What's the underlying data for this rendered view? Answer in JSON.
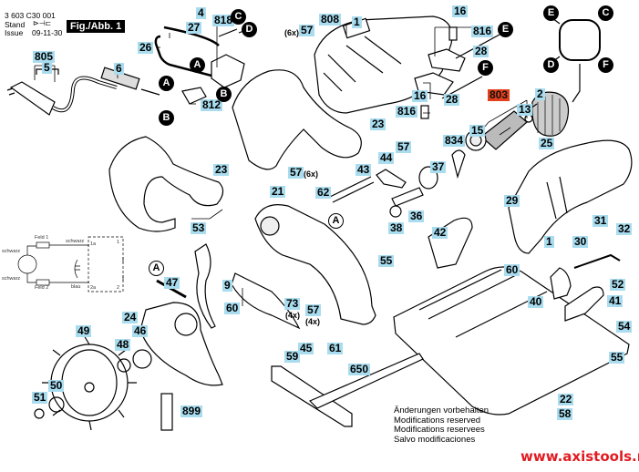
{
  "header": {
    "doc_number": "3 603 C30 001",
    "stand_label": "Stand",
    "issue_label": "Issue",
    "issue_date": "09-11-30",
    "figure_label": "Fig./Abb. 1"
  },
  "colors": {
    "label_fill": "#a9dcee",
    "highlight_fill": "#e2401c",
    "watermark": "#e11b22"
  },
  "parts": [
    {
      "id": "p805",
      "text": "805"
    },
    {
      "id": "p5",
      "text": "5"
    },
    {
      "id": "p6",
      "text": "6"
    },
    {
      "id": "p26",
      "text": "26"
    },
    {
      "id": "p27",
      "text": "27"
    },
    {
      "id": "p4",
      "text": "4"
    },
    {
      "id": "p818",
      "text": "818"
    },
    {
      "id": "p812",
      "text": "812"
    },
    {
      "id": "p57a",
      "text": "57"
    },
    {
      "id": "p808",
      "text": "808"
    },
    {
      "id": "p1a",
      "text": "1"
    },
    {
      "id": "p23a",
      "text": "23"
    },
    {
      "id": "p57b",
      "text": "57"
    },
    {
      "id": "p16a",
      "text": "16"
    },
    {
      "id": "p816a",
      "text": "816"
    },
    {
      "id": "p28a",
      "text": "28"
    },
    {
      "id": "p16b",
      "text": "16"
    },
    {
      "id": "p816b",
      "text": "816"
    },
    {
      "id": "p28b",
      "text": "28"
    },
    {
      "id": "p803",
      "text": "803"
    },
    {
      "id": "p2",
      "text": "2"
    },
    {
      "id": "p13",
      "text": "13"
    },
    {
      "id": "p15",
      "text": "15"
    },
    {
      "id": "p834",
      "text": "834"
    },
    {
      "id": "p25",
      "text": "25"
    },
    {
      "id": "p57c",
      "text": "57"
    },
    {
      "id": "p44",
      "text": "44"
    },
    {
      "id": "p43",
      "text": "43"
    },
    {
      "id": "p37",
      "text": "37"
    },
    {
      "id": "p23b",
      "text": "23"
    },
    {
      "id": "p21",
      "text": "21"
    },
    {
      "id": "p62",
      "text": "62"
    },
    {
      "id": "p36",
      "text": "36"
    },
    {
      "id": "p38",
      "text": "38"
    },
    {
      "id": "p29",
      "text": "29"
    },
    {
      "id": "p31",
      "text": "31"
    },
    {
      "id": "p32",
      "text": "32"
    },
    {
      "id": "p1b",
      "text": "1"
    },
    {
      "id": "p30",
      "text": "30"
    },
    {
      "id": "p53",
      "text": "53"
    },
    {
      "id": "p42",
      "text": "42"
    },
    {
      "id": "p55a",
      "text": "55"
    },
    {
      "id": "p60a",
      "text": "60"
    },
    {
      "id": "p52",
      "text": "52"
    },
    {
      "id": "p47",
      "text": "47"
    },
    {
      "id": "p9",
      "text": "9"
    },
    {
      "id": "p73",
      "text": "73"
    },
    {
      "id": "p57d",
      "text": "57"
    },
    {
      "id": "p40",
      "text": "40"
    },
    {
      "id": "p41",
      "text": "41"
    },
    {
      "id": "p60b",
      "text": "60"
    },
    {
      "id": "p24",
      "text": "24"
    },
    {
      "id": "p46",
      "text": "46"
    },
    {
      "id": "p49",
      "text": "49"
    },
    {
      "id": "p48",
      "text": "48"
    },
    {
      "id": "p54",
      "text": "54"
    },
    {
      "id": "p45",
      "text": "45"
    },
    {
      "id": "p61",
      "text": "61"
    },
    {
      "id": "p59",
      "text": "59"
    },
    {
      "id": "p50",
      "text": "50"
    },
    {
      "id": "p650",
      "text": "650"
    },
    {
      "id": "p55b",
      "text": "55"
    },
    {
      "id": "p51",
      "text": "51"
    },
    {
      "id": "p22",
      "text": "22"
    },
    {
      "id": "p899",
      "text": "899"
    },
    {
      "id": "p58",
      "text": "58"
    }
  ],
  "quantities": {
    "q57a": "(6x)",
    "q57b": "(6x)",
    "q73": "(4x)",
    "q57d": "(4x)"
  },
  "connectors": {
    "A": "A",
    "B": "B",
    "C": "C",
    "D": "D",
    "E": "E",
    "F": "F"
  },
  "wiring": {
    "feld1": "Feld 1",
    "feld2": "Feld 2",
    "schwarz": "schwarz",
    "blau": "blau",
    "t1a": "1a",
    "t2a": "2a",
    "t1": "1",
    "t2": "2"
  },
  "notes": [
    "Änderungen vorbehalten",
    "Modifications reserved",
    "Modifications reservees",
    "Salvo modificaciones"
  ],
  "watermark": "www.axistools.ru"
}
